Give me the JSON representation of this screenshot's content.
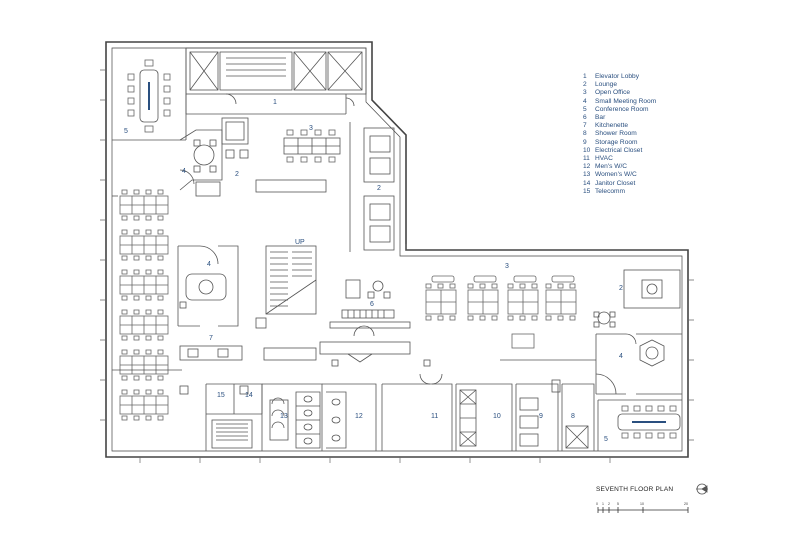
{
  "legend": [
    {
      "num": "1",
      "label": "Elevator Lobby"
    },
    {
      "num": "2",
      "label": "Lounge"
    },
    {
      "num": "3",
      "label": "Open Office"
    },
    {
      "num": "4",
      "label": "Small Meeting Room"
    },
    {
      "num": "5",
      "label": "Conference Room"
    },
    {
      "num": "6",
      "label": "Bar"
    },
    {
      "num": "7",
      "label": "Kitchenette"
    },
    {
      "num": "8",
      "label": "Shower Room"
    },
    {
      "num": "9",
      "label": "Storage Room"
    },
    {
      "num": "10",
      "label": "Electrical Closet"
    },
    {
      "num": "11",
      "label": "HVAC"
    },
    {
      "num": "12",
      "label": "Men's W/C"
    },
    {
      "num": "13",
      "label": "Women's W/C"
    },
    {
      "num": "14",
      "label": "Janitor Closet"
    },
    {
      "num": "15",
      "label": "Telecomm"
    }
  ],
  "plan": {
    "title": "SEVENTH FLOOR PLAN",
    "stair_label": "UP",
    "scale_labels": [
      "0",
      "1",
      "2",
      "5",
      "10",
      "20"
    ],
    "room_tags": {
      "elevator_lobby": "1",
      "lounge_a": "2",
      "lounge_b": "2",
      "lounge_c": "2",
      "office_a": "3",
      "office_b": "3",
      "meeting_a": "4",
      "meeting_b": "4",
      "meeting_c": "4",
      "conf_a": "5",
      "conf_b": "5",
      "bar": "6",
      "kitchenette": "7",
      "shower": "8",
      "storage": "9",
      "electrical": "10",
      "hvac": "11",
      "mens": "12",
      "womens": "13",
      "janitor": "14",
      "telecomm": "15"
    }
  },
  "colors": {
    "linework": "#555555",
    "labels": "#2a4f7f"
  }
}
